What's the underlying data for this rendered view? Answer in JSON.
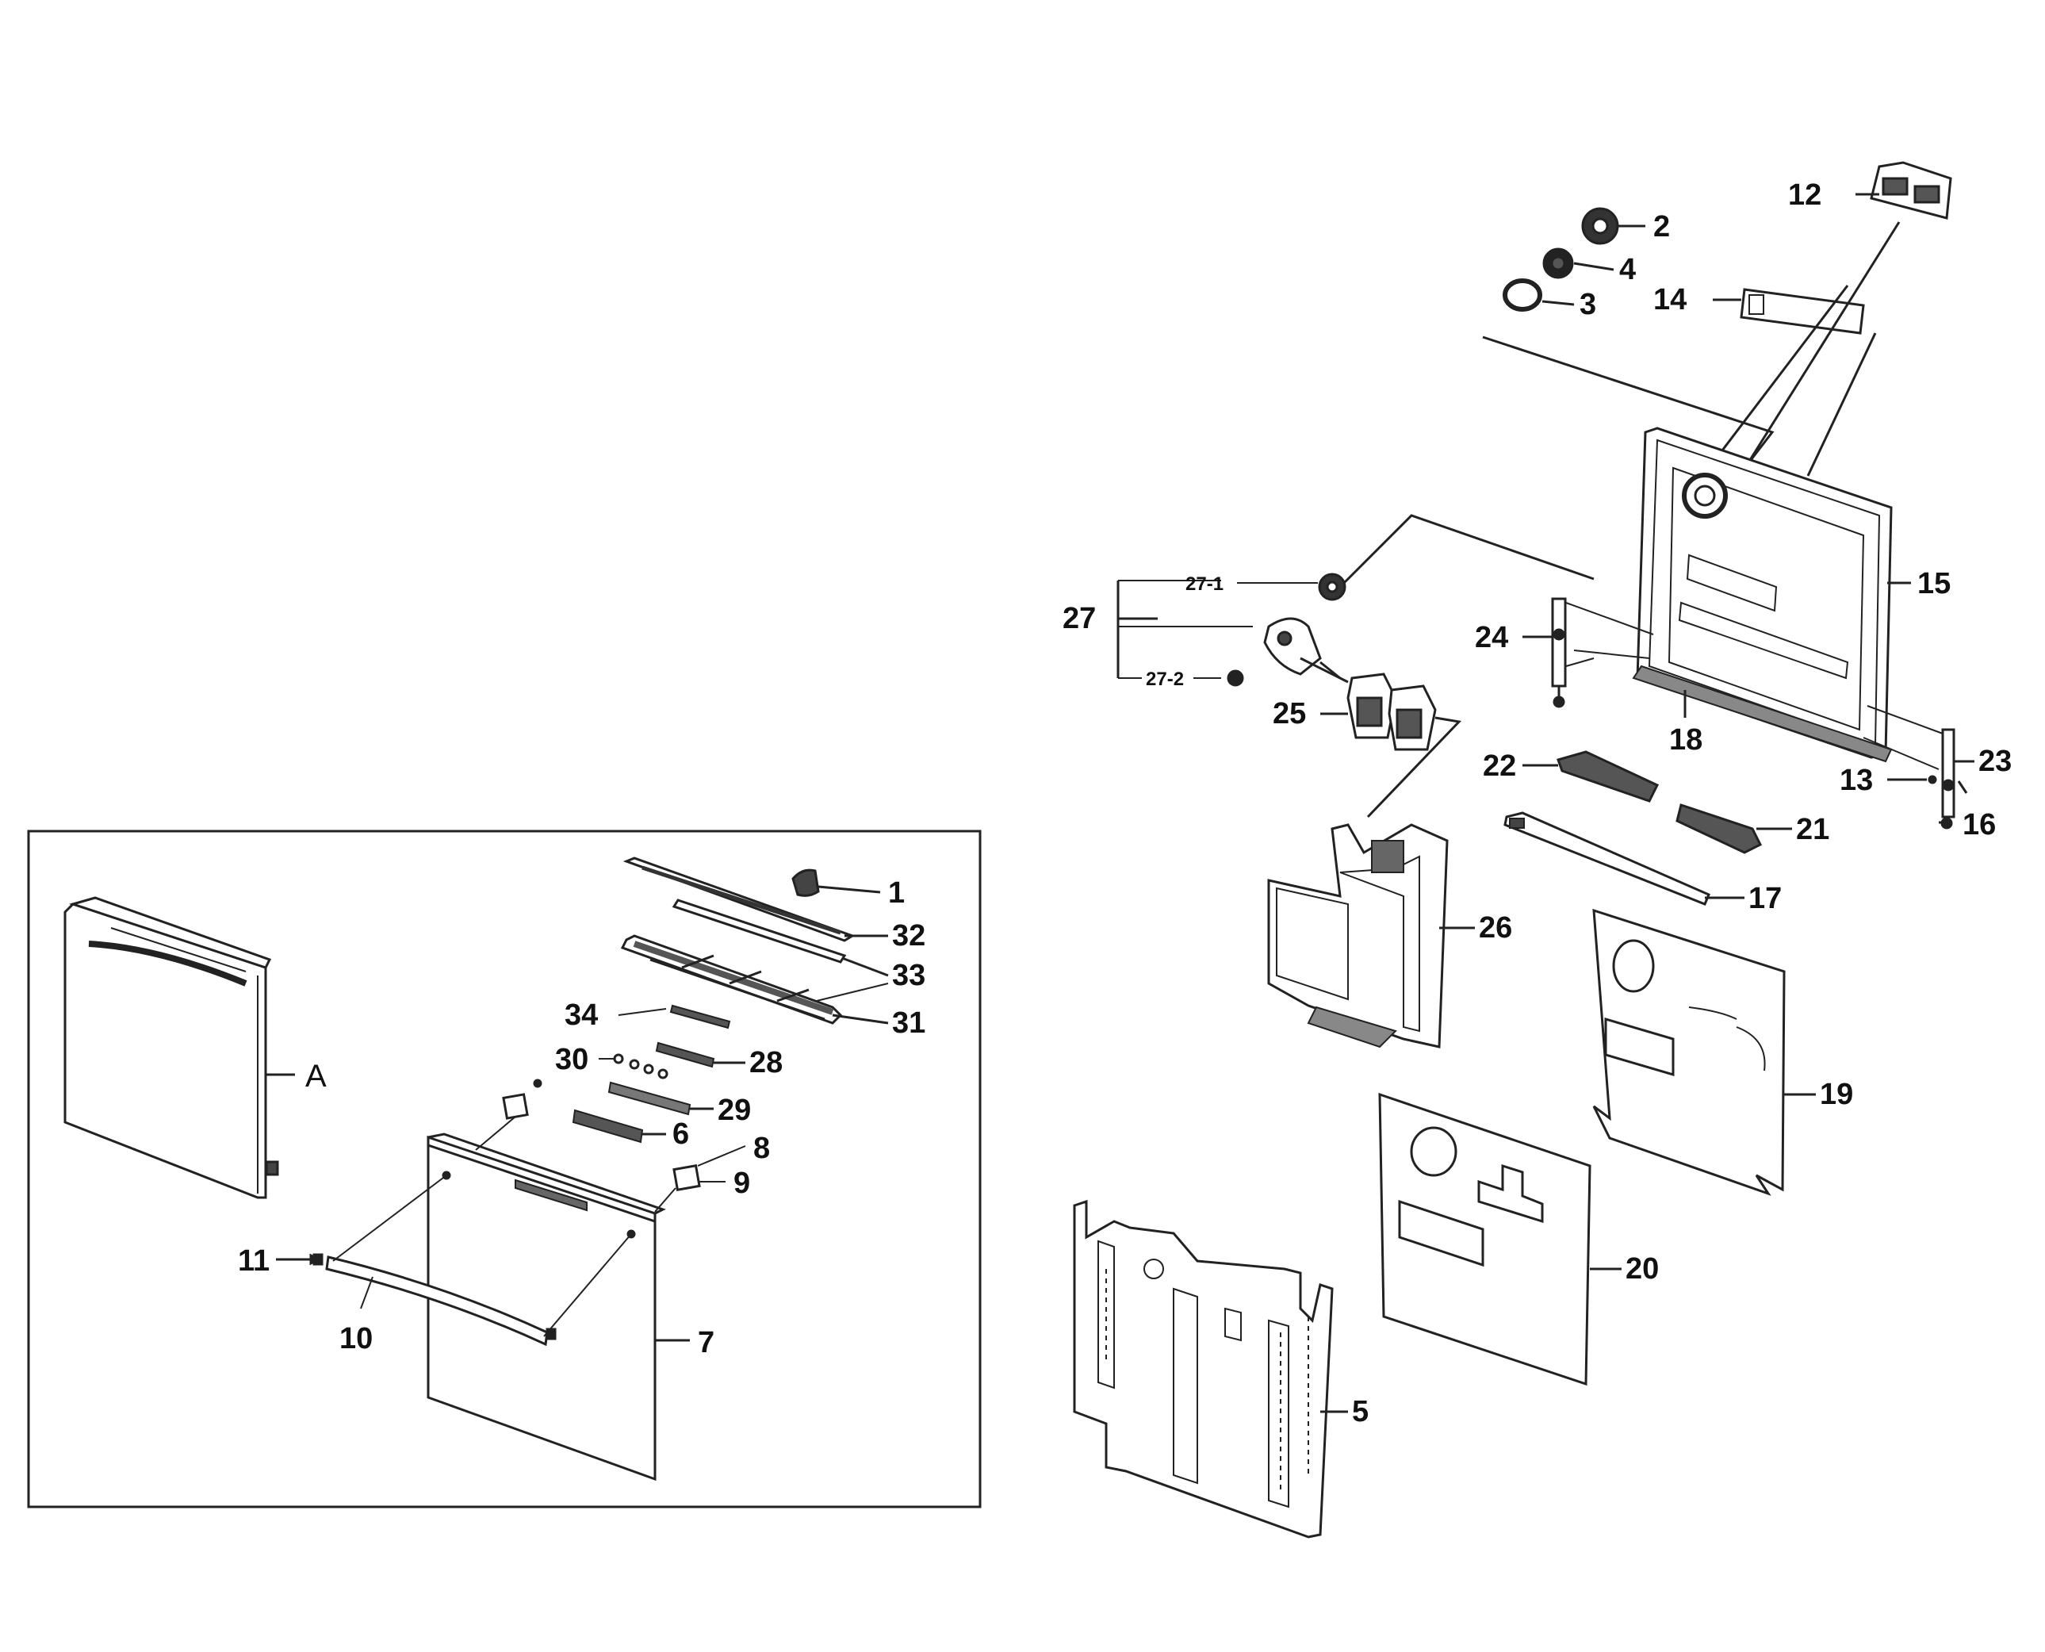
{
  "labels": {
    "l1": "1",
    "l2": "2",
    "l3": "3",
    "l4": "4",
    "l5": "5",
    "l6": "6",
    "l7": "7",
    "l8": "8",
    "l9": "9",
    "l10": "10",
    "l11": "11",
    "l12": "12",
    "l13": "13",
    "l14": "14",
    "l15": "15",
    "l16": "16",
    "l17": "17",
    "l18": "18",
    "l19": "19",
    "l20": "20",
    "l21": "21",
    "l22": "22",
    "l23": "23",
    "l24": "24",
    "l25": "25",
    "l26": "26",
    "l27": "27",
    "l27_1": "27-1",
    "l27_2": "27-2",
    "l28": "28",
    "l29": "29",
    "l30": "30",
    "l31": "31",
    "l32": "32",
    "l33": "33",
    "l34": "34",
    "lA": "A"
  },
  "colors": {
    "line": "#222222",
    "part_fill": "#ffffff",
    "dark": "#333333"
  }
}
